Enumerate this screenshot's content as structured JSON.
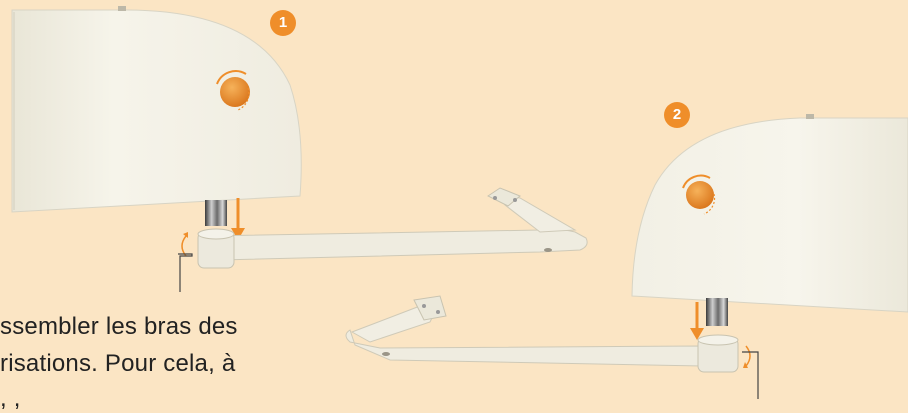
{
  "badges": {
    "step1": "1",
    "step2": "2"
  },
  "instruction_lines": [
    "ssembler les bras des",
    "risations. Pour cela, à",
    "   ,   ,"
  ],
  "colors": {
    "background": "#fbe5c4",
    "accent_orange": "#ef8e2a",
    "motor_body": "#f3f1e6",
    "arm": "#efece0",
    "arrow": "#ef8e2a"
  },
  "icons": {
    "knob": "orange-rotation-knob-icon",
    "arrow": "down-arrow-icon",
    "rotate": "rotate-arrow-icon"
  }
}
